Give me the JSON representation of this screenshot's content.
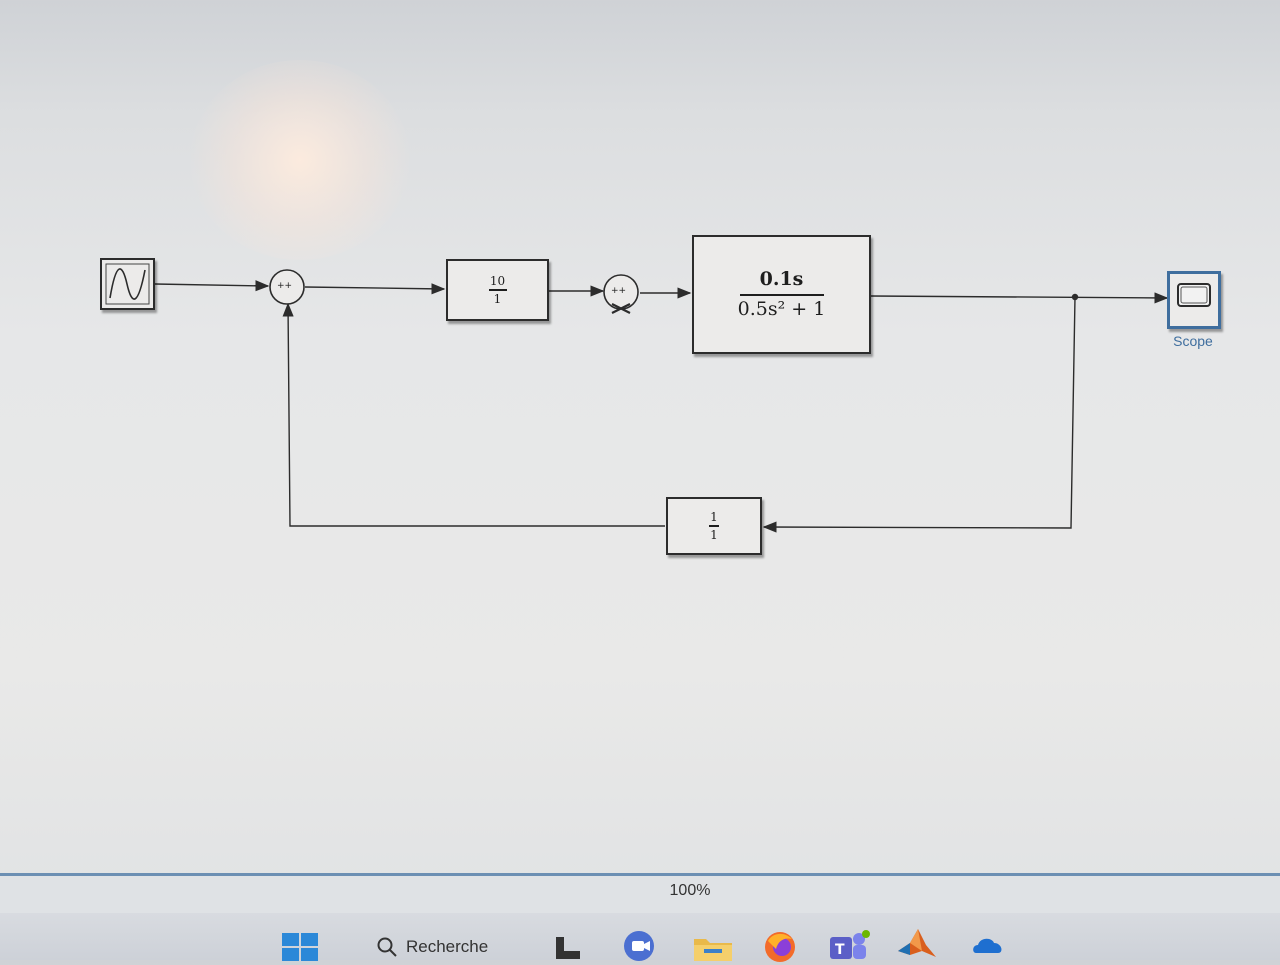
{
  "canvas": {
    "gain_block": {
      "numerator": "10",
      "denominator": "1"
    },
    "transfer_fcn": {
      "numerator": "0.1s",
      "denominator": "0.5s² + 1"
    },
    "feedback_block": {
      "numerator": "1",
      "denominator": "1"
    },
    "sum1": {
      "signs": "++"
    },
    "sum2": {
      "signs": "++"
    },
    "scope": {
      "label": "Scope"
    },
    "source": {
      "icon": "sine-wave-icon"
    }
  },
  "status_bar": {
    "zoom": "100%"
  },
  "taskbar": {
    "search_placeholder": "Recherche",
    "apps": [
      "windows-start-icon",
      "search-icon",
      "file-icon",
      "video-call-icon",
      "file-explorer-icon",
      "firefox-icon",
      "teams-icon",
      "matlab-icon",
      "onedrive-icon"
    ]
  },
  "colors": {
    "scope_accent": "#3f6e9e",
    "line": "#2c2c2c"
  }
}
